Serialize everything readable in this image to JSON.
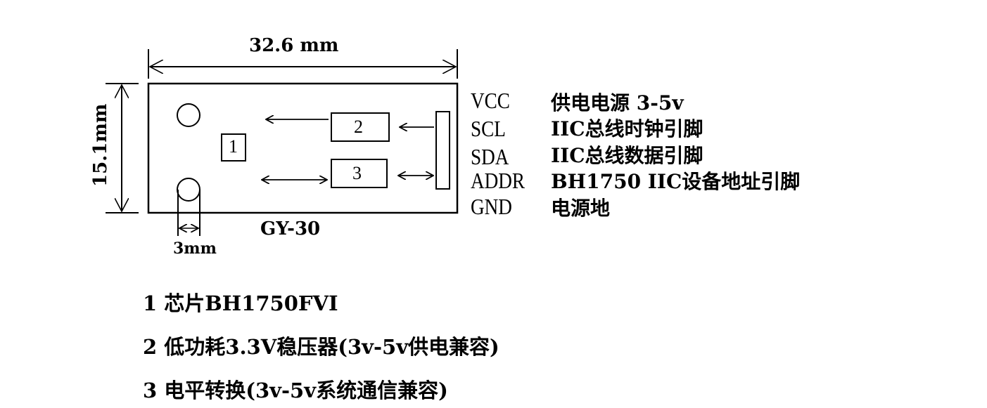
{
  "diagram": {
    "dimensions": {
      "width": "32.6 mm",
      "height": "15.1mm",
      "hole_diameter": "3mm"
    },
    "board_name": "GY-30",
    "component_labels": [
      "1",
      "2",
      "3"
    ],
    "pins": [
      {
        "name": "VCC",
        "description": "供电电源 3-5v"
      },
      {
        "name": "SCL",
        "description": "IIC总线时钟引脚"
      },
      {
        "name": "SDA",
        "description": "IIC总线数据引脚"
      },
      {
        "name": "ADDR",
        "description": "BH1750 IIC设备地址引脚"
      },
      {
        "name": "GND",
        "description": "电源地"
      }
    ],
    "notes": [
      "1 芯片BH1750FVI",
      "2 低功耗3.3V稳压器(3v-5v供电兼容)",
      "3 电平转换(3v-5v系统通信兼容)"
    ],
    "colors": {
      "line": "#000000",
      "background": "#ffffff"
    }
  }
}
